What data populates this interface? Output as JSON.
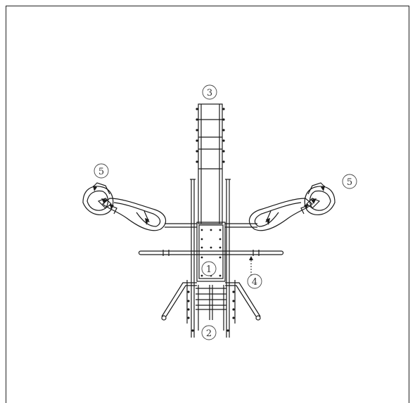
{
  "diagram": {
    "callouts": [
      {
        "id": "c1",
        "label": "1"
      },
      {
        "id": "c2",
        "label": "2"
      },
      {
        "id": "c3",
        "label": "3"
      },
      {
        "id": "c4",
        "label": "4"
      },
      {
        "id": "c5a",
        "label": "5"
      },
      {
        "id": "c5b",
        "label": "5"
      }
    ],
    "colors": {
      "line": "#1a1a1a",
      "callout": "#444444",
      "background": "#ffffff"
    }
  }
}
